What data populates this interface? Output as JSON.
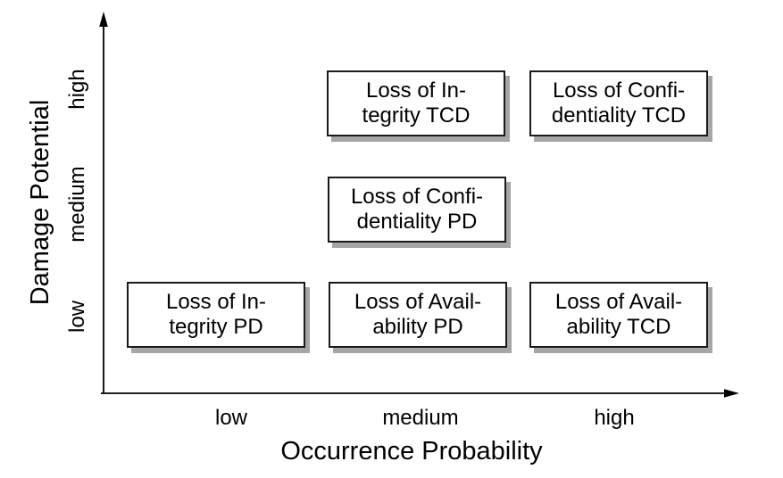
{
  "figure": {
    "type": "risk-matrix",
    "x_axis": {
      "title": "Occurrence Probability",
      "ticks": [
        "low",
        "medium",
        "high"
      ]
    },
    "y_axis": {
      "title": "Damage Potential",
      "ticks": [
        "low",
        "medium",
        "high"
      ]
    },
    "boxes": [
      {
        "label": "Loss of Integrity TCD",
        "line1": "Loss of In-",
        "line2": "tegrity TCD",
        "occurrence": "medium",
        "damage": "high"
      },
      {
        "label": "Loss of Confidentiality TCD",
        "line1": "Loss of Confi-",
        "line2": "dentiality TCD",
        "occurrence": "high",
        "damage": "high"
      },
      {
        "label": "Loss of Confidentiality PD",
        "line1": "Loss of Confi-",
        "line2": "dentiality PD",
        "occurrence": "medium",
        "damage": "medium"
      },
      {
        "label": "Loss of Integrity PD",
        "line1": "Loss of In-",
        "line2": "tegrity PD",
        "occurrence": "low",
        "damage": "low"
      },
      {
        "label": "Loss of Availability PD",
        "line1": "Loss of Avail-",
        "line2": "ability PD",
        "occurrence": "medium",
        "damage": "low"
      },
      {
        "label": "Loss of Availability TCD",
        "line1": "Loss of Avail-",
        "line2": "ability TCD",
        "occurrence": "high",
        "damage": "low"
      }
    ],
    "colors": {
      "background": "#ffffff",
      "text": "#000000",
      "axis": "#000000",
      "box_border": "#1a1a1a",
      "box_fill": "#ffffff",
      "box_shadow": "#a6a6a6"
    }
  }
}
